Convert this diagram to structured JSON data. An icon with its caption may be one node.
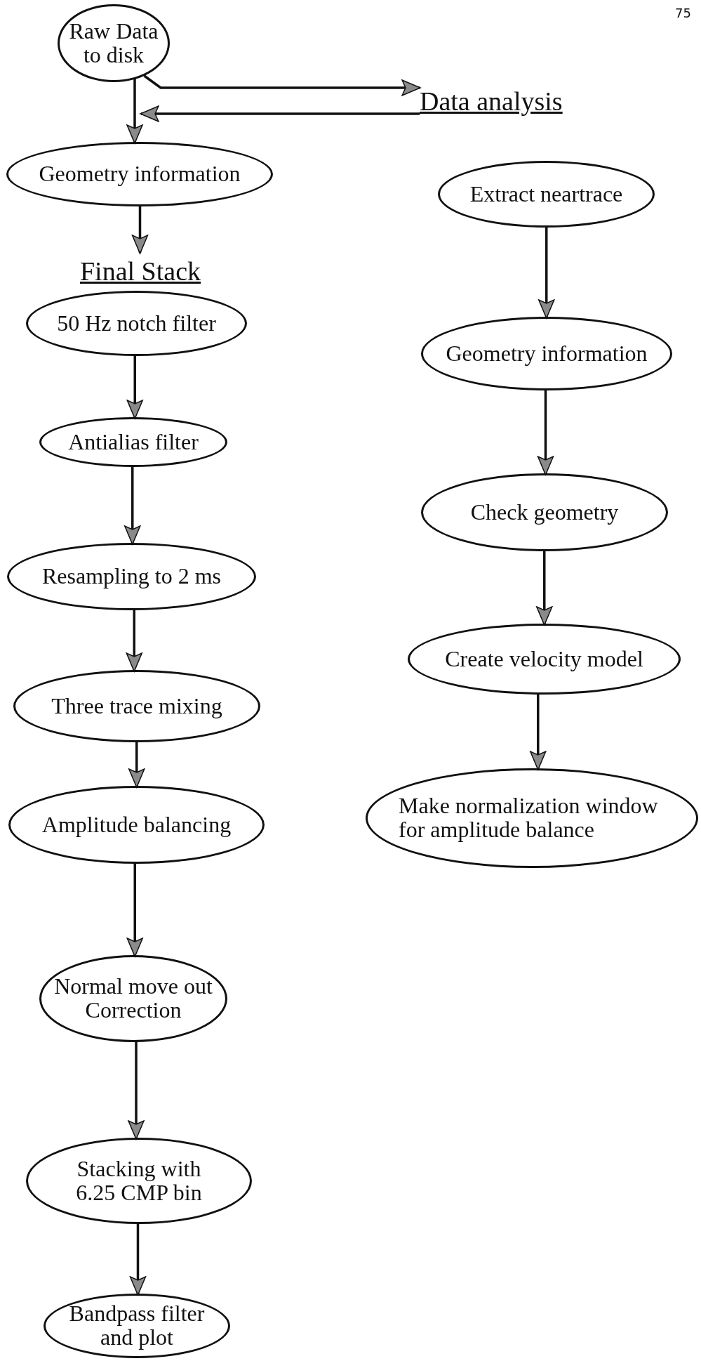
{
  "diagram": {
    "nodes": [
      {
        "text": [
          "Raw Data to disk"
        ]
      },
      {
        "text": [
          "Geometry information"
        ]
      },
      {
        "text": [
          "Final Stack"
        ]
      },
      {
        "text": [
          "50 Hz notch filter"
        ]
      },
      {
        "text": [
          "Antialias filter"
        ]
      },
      {
        "text": [
          "Resampling to 2 ms"
        ]
      },
      {
        "text": [
          "Three trace mixing"
        ]
      },
      {
        "text": [
          "Amplitude balancing"
        ]
      },
      {
        "text": [
          "Normal move out Correction"
        ]
      },
      {
        "text": [
          "Stacking with 6.25 CMP bin"
        ]
      },
      {
        "text": [
          "Bandpass filter and plot"
        ]
      },
      {
        "text": [
          "Data analysis"
        ]
      },
      {
        "text": [
          "Extract neartrace"
        ]
      },
      {
        "text": [
          "Geometry information"
        ]
      },
      {
        "text": [
          "Check geometry"
        ]
      },
      {
        "text": [
          "Create velocity model"
        ]
      },
      {
        "text": [
          "Make normalization window for amplitude balance"
        ]
      }
    ],
    "edges": [
      {
        "from": 0,
        "to": 1,
        "arrow": "to"
      },
      {
        "from": 0,
        "to": 11,
        "arrow": "to"
      },
      {
        "from": 11,
        "to": 1,
        "arrow": "to"
      },
      {
        "from": 1,
        "to": 2,
        "arrow": "to"
      },
      {
        "from": 3,
        "to": 4,
        "arrow": "to"
      },
      {
        "from": 4,
        "to": 5,
        "arrow": "to"
      },
      {
        "from": 5,
        "to": 6,
        "arrow": "to"
      },
      {
        "from": 6,
        "to": 7,
        "arrow": "to"
      },
      {
        "from": 7,
        "to": 8,
        "arrow": "to"
      },
      {
        "from": 8,
        "to": 9,
        "arrow": "to"
      },
      {
        "from": 9,
        "to": 10,
        "arrow": "to"
      },
      {
        "from": 12,
        "to": 13,
        "arrow": "to"
      },
      {
        "from": 13,
        "to": 14,
        "arrow": "to"
      },
      {
        "from": 14,
        "to": 15,
        "arrow": "to"
      },
      {
        "from": 15,
        "to": 16,
        "arrow": "to"
      }
    ],
    "labels": [
      "75"
    ]
  }
}
